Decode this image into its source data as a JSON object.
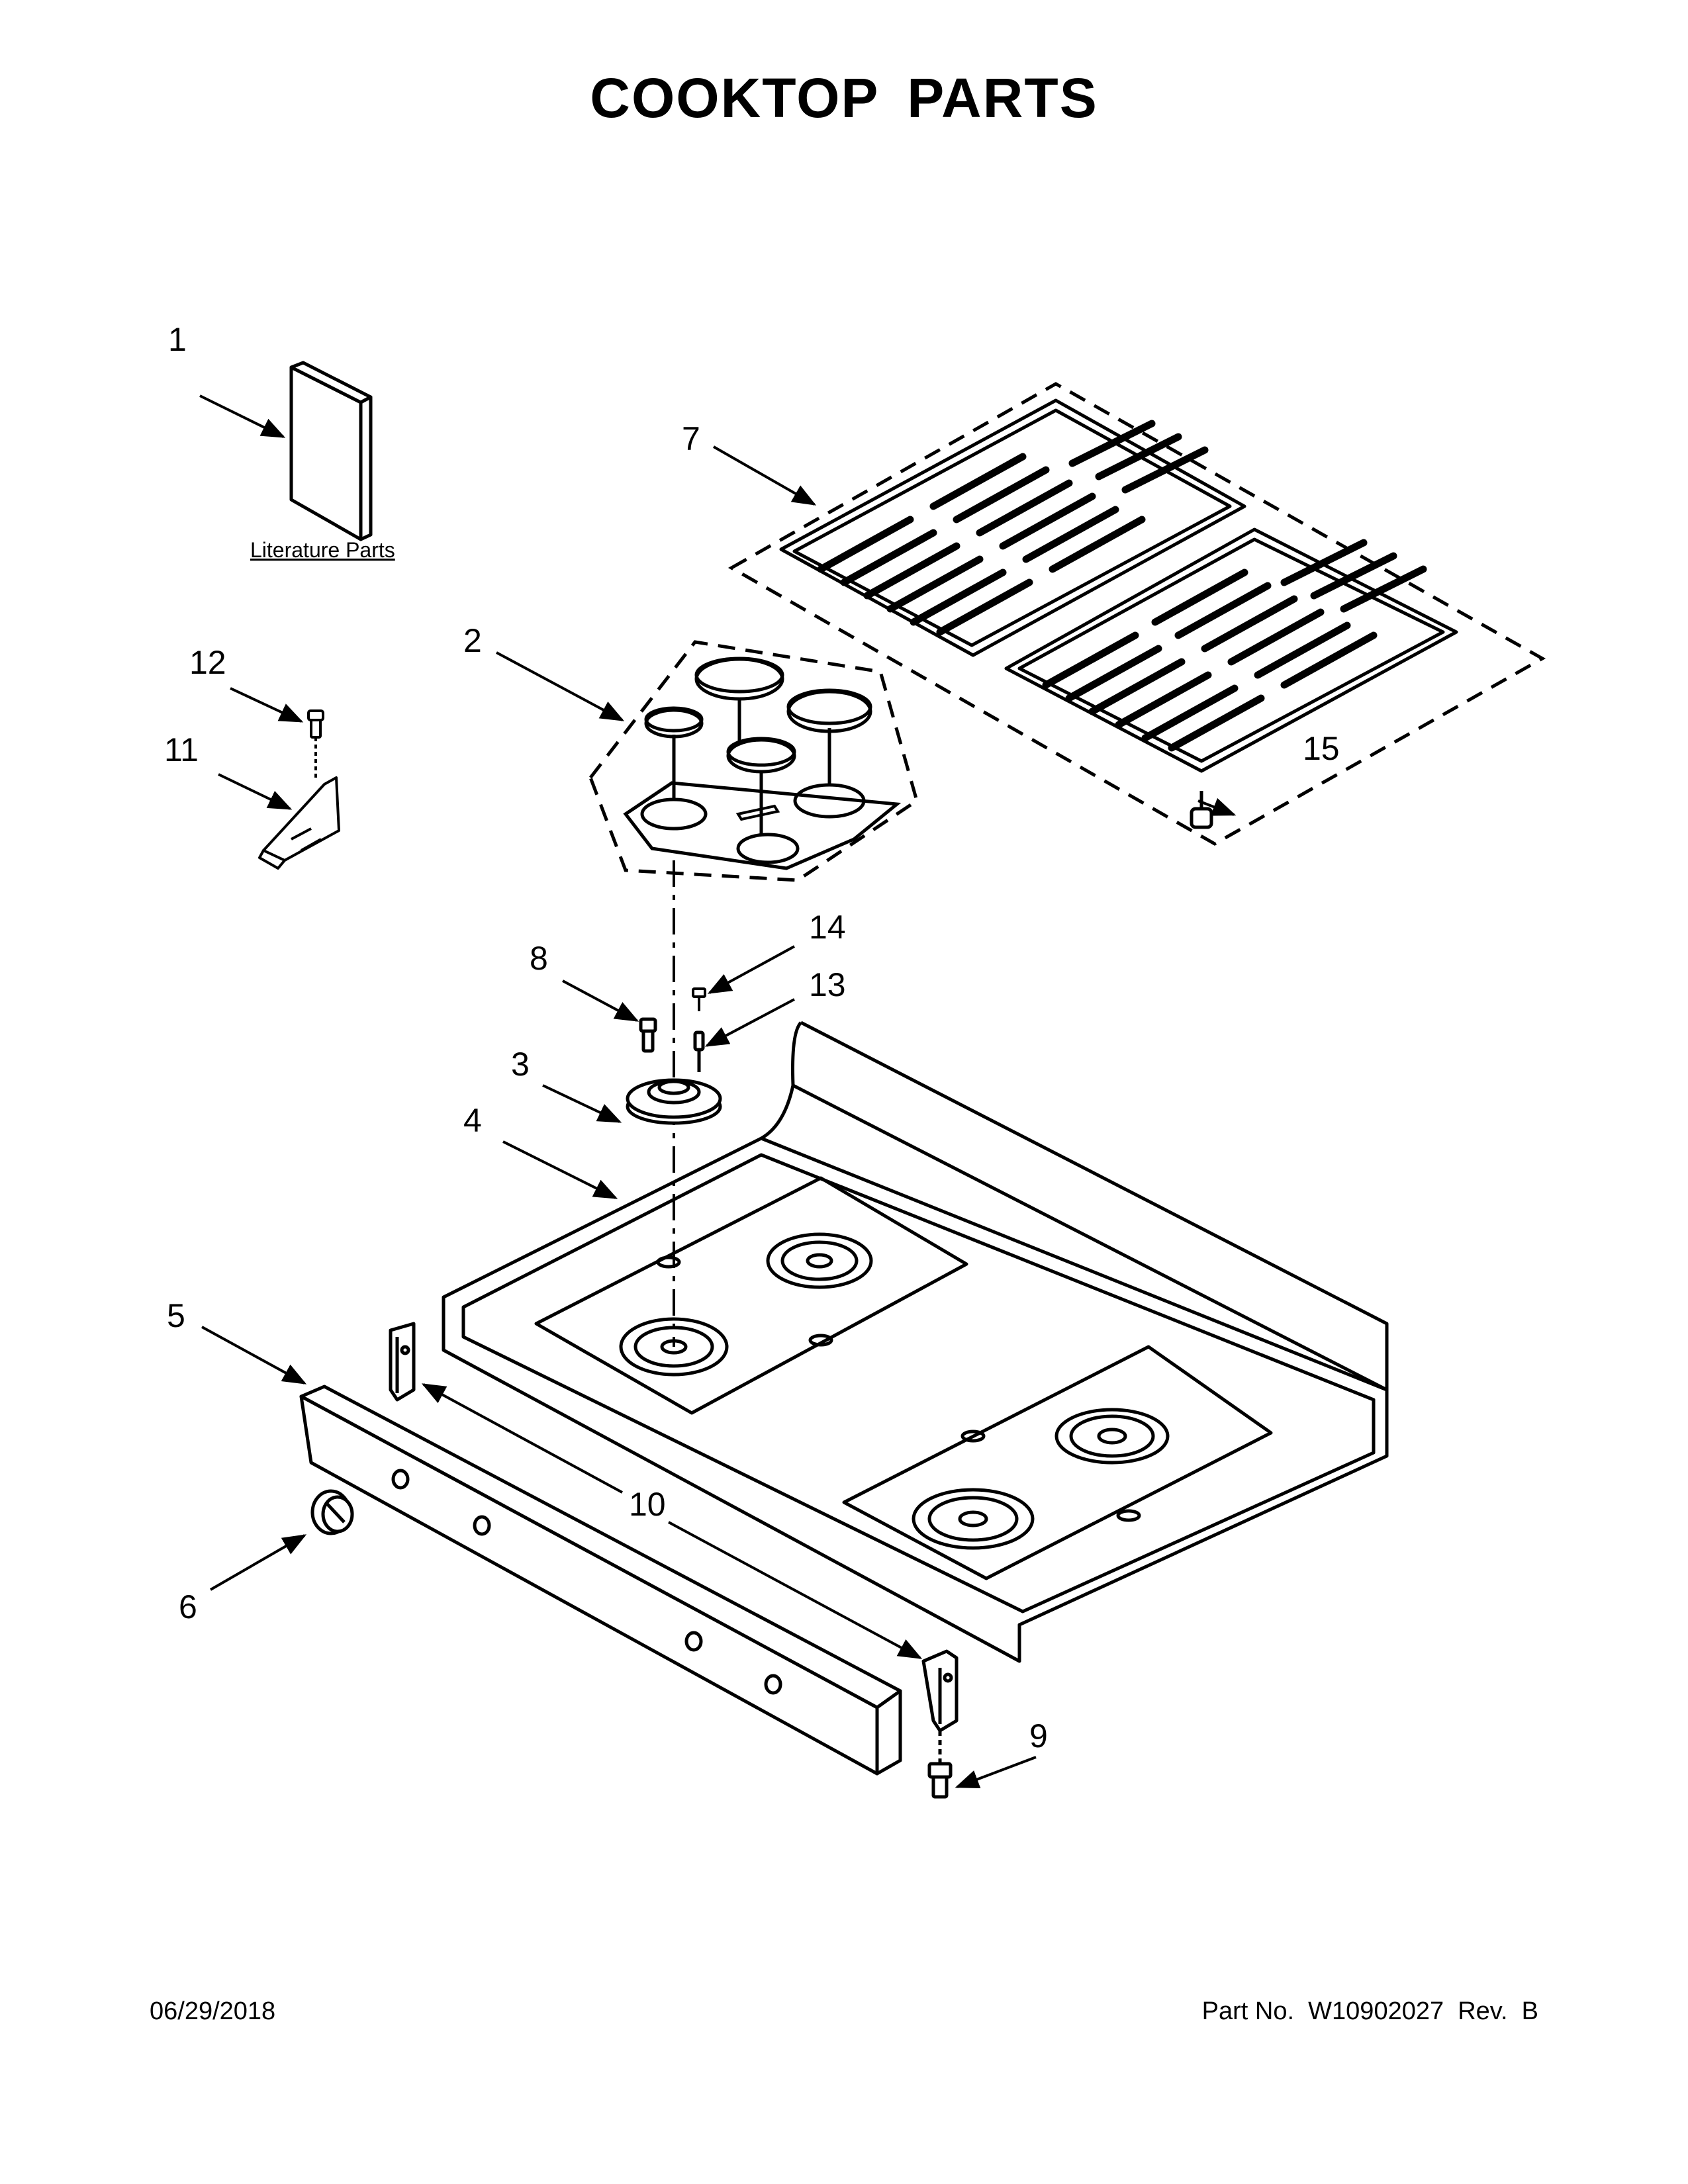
{
  "title": "COOKTOP PARTS",
  "literature_label": "Literature Parts",
  "callouts": {
    "c1": "1",
    "c2": "2",
    "c3": "3",
    "c4": "4",
    "c5": "5",
    "c6": "6",
    "c7": "7",
    "c8": "8",
    "c9": "9",
    "c10": "10",
    "c11": "11",
    "c12": "12",
    "c13": "13",
    "c14": "14",
    "c15": "15"
  },
  "footer": {
    "date": "06/29/2018",
    "part_number": "Part No.  W10902027  Rev.  B"
  }
}
